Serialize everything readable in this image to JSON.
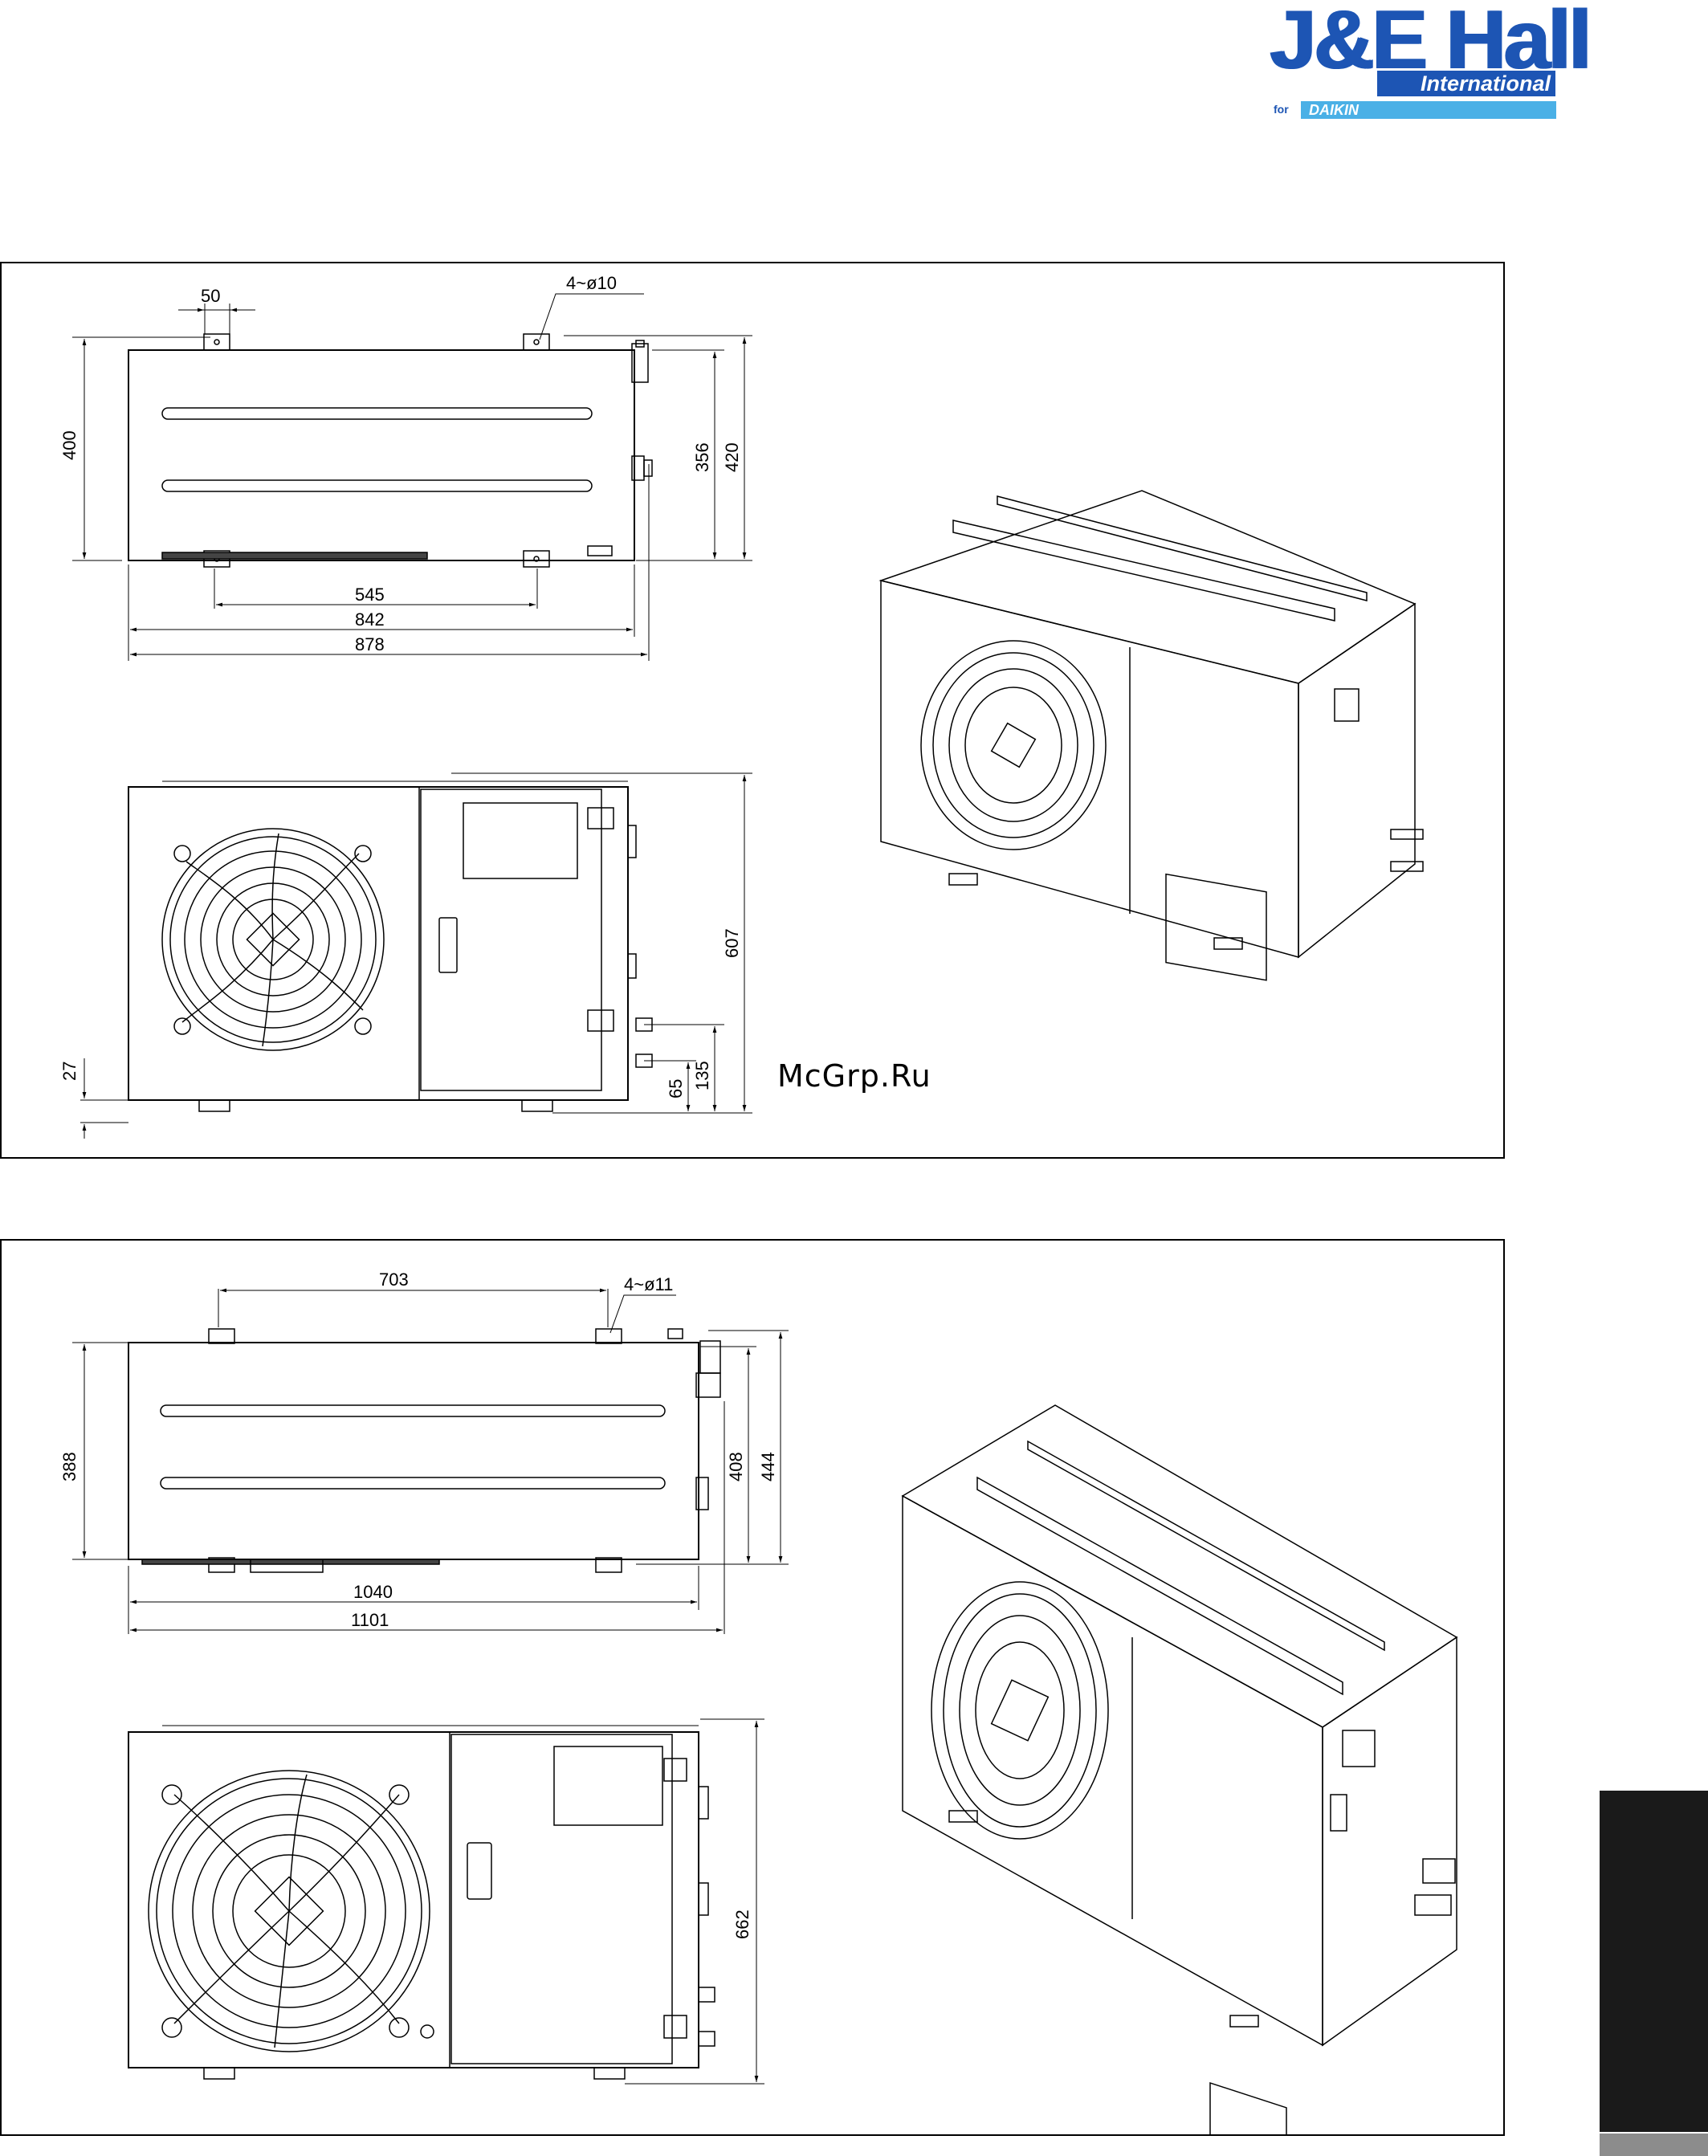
{
  "logo": {
    "brand": "J&E Hall",
    "sub": "International",
    "for_text": "for",
    "partner": "DAIKIN",
    "colors": {
      "brand_blue": "#1d55b4",
      "daikin_blue": "#4ab0e6"
    }
  },
  "watermark": "McGrp.Ru",
  "panel_1": {
    "top_view": {
      "hole_spec": "4~ø10",
      "dim_50": "50",
      "dim_400": "400",
      "dim_356": "356",
      "dim_420": "420",
      "dim_545": "545",
      "dim_842": "842",
      "dim_878": "878"
    },
    "front_view": {
      "dim_607": "607",
      "dim_27": "27",
      "dim_65": "65",
      "dim_135": "135"
    }
  },
  "panel_2": {
    "top_view": {
      "dim_703": "703",
      "hole_spec": "4~ø11",
      "dim_388": "388",
      "dim_408": "408",
      "dim_444": "444",
      "dim_1040": "1040",
      "dim_1101": "1101"
    },
    "front_view": {
      "dim_662": "662"
    }
  }
}
